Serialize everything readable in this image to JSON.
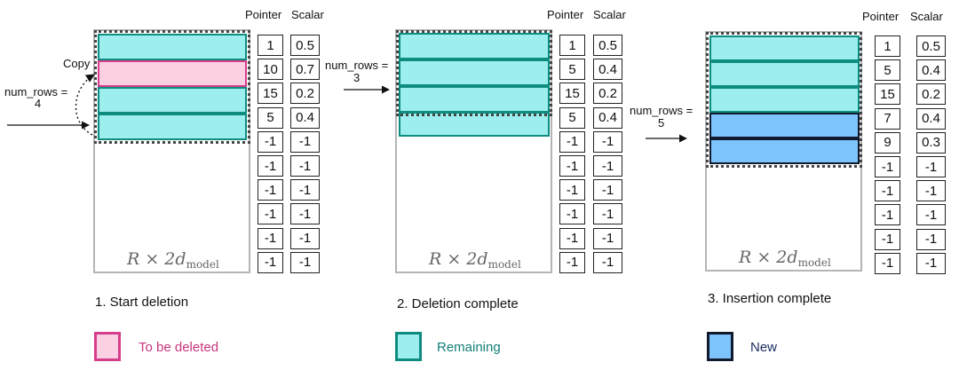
{
  "headers": {
    "pointer": "Pointer",
    "scalar": "Scalar"
  },
  "matrix_label": {
    "base": "R × 2d",
    "sub": "model"
  },
  "annotations": {
    "copy": "Copy",
    "num_rows_label": "num_rows =",
    "panel1_num_rows": "4",
    "panel2_num_rows": "3",
    "panel3_num_rows": "5"
  },
  "panels": [
    {
      "caption": "1. Start deletion",
      "pointers": [
        "1",
        "10",
        "15",
        "5",
        "-1",
        "-1",
        "-1",
        "-1",
        "-1",
        "-1"
      ],
      "scalars": [
        "0.5",
        "0.7",
        "0.2",
        "0.4",
        "-1",
        "-1",
        "-1",
        "-1",
        "-1",
        "-1"
      ],
      "row_states": [
        "remaining",
        "to-be-deleted",
        "remaining",
        "remaining"
      ]
    },
    {
      "caption": "2. Deletion complete",
      "pointers": [
        "1",
        "5",
        "15",
        "5",
        "-1",
        "-1",
        "-1",
        "-1",
        "-1",
        "-1"
      ],
      "scalars": [
        "0.5",
        "0.4",
        "0.2",
        "0.4",
        "-1",
        "-1",
        "-1",
        "-1",
        "-1",
        "-1"
      ],
      "row_states": [
        "remaining",
        "remaining",
        "remaining",
        "remaining"
      ]
    },
    {
      "caption": "3. Insertion complete",
      "pointers": [
        "1",
        "5",
        "15",
        "7",
        "9",
        "-1",
        "-1",
        "-1",
        "-1",
        "-1"
      ],
      "scalars": [
        "0.5",
        "0.4",
        "0.2",
        "0.4",
        "0.3",
        "-1",
        "-1",
        "-1",
        "-1",
        "-1"
      ],
      "row_states": [
        "remaining",
        "remaining",
        "remaining",
        "new",
        "new"
      ]
    }
  ],
  "legend": [
    {
      "label": "To be deleted",
      "fill": "#fbd0e3",
      "border": "#d63d8a",
      "text_color": "#c8357e"
    },
    {
      "label": "Remaining",
      "fill": "#9deeee",
      "border": "#0f8c80",
      "text_color": "#137f78"
    },
    {
      "label": "New",
      "fill": "#7cc4fb",
      "border": "#111a2e",
      "text_color": "#1b2f60"
    }
  ],
  "colors": {
    "remaining_fill": "#9deeee",
    "remaining_border": "#0f8c80",
    "delete_fill": "#fbd0e3",
    "delete_border": "#d63d8a",
    "new_fill": "#7cc4fb",
    "new_border": "#111a2e",
    "matrix_border": "#b5b5b5"
  }
}
